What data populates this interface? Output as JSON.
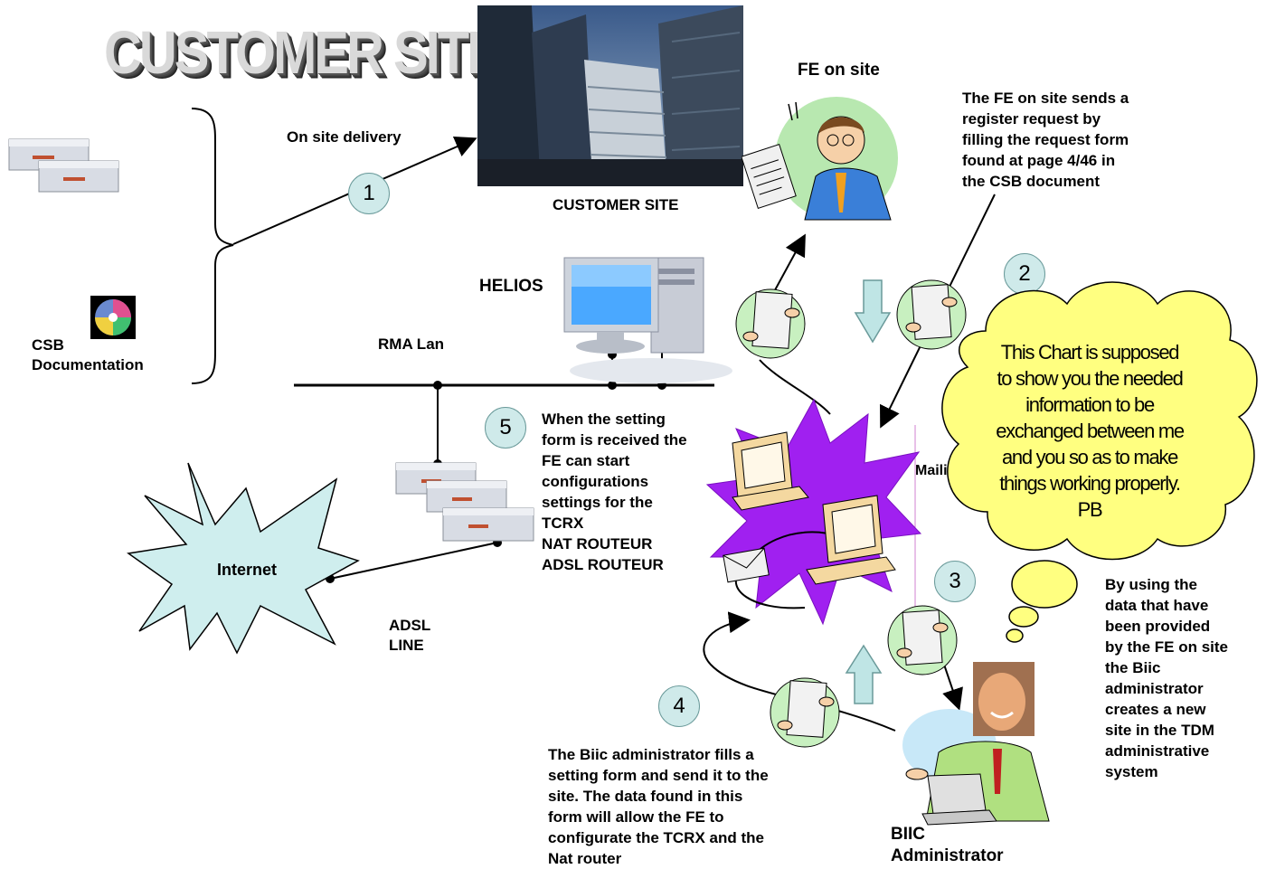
{
  "title": "CUSTOMER SITE",
  "labels": {
    "on_site_delivery": "On site delivery",
    "customer_site": "CUSTOMER SITE",
    "fe_on_site": "FE on site",
    "helios": "HELIOS",
    "rma_lan": "RMA Lan",
    "csb_line1": "CSB",
    "csb_line2": "Documentation",
    "internet": "Internet",
    "adsl_line1": "ADSL",
    "adsl_line2": "LINE",
    "mailing": "Mailing",
    "biic_line1": "BIIC",
    "biic_line2": "Administrator"
  },
  "steps": [
    "1",
    "2",
    "3",
    "4",
    "5"
  ],
  "notes": {
    "fe_request": [
      "The FE on site sends a",
      "register request by",
      "filling the request form",
      "found at page 4/46 in",
      "the CSB document"
    ],
    "step5": [
      "When the setting",
      "form is received the",
      "FE can start",
      "configurations",
      "settings for the",
      "TCRX",
      "NAT ROUTEUR",
      "ADSL ROUTEUR"
    ],
    "admin_creates": [
      "By using the",
      "data that have",
      "been provided",
      "by the FE on site",
      "the Biic",
      "administrator",
      "creates a new",
      "site in  the TDM",
      "administrative",
      "system"
    ],
    "step4": [
      "The Biic administrator fills a",
      "setting form and send it to the",
      "site. The data found in this",
      "form will allow the FE to",
      "configurate the TCRX and the",
      "Nat router"
    ]
  },
  "cloud_text": [
    "This Chart is supposed",
    "to show you the needed",
    "information to be",
    "exchanged between me",
    "and you so as to make",
    "things working properly.",
    "PB"
  ],
  "colors": {
    "step_fill": "#cfeaea",
    "internet_fill": "#cfeeee",
    "cloud_fill": "#ffff80",
    "burst_fill": "#a020f0",
    "paper_bg": "#c8f0c0",
    "arrow_fill": "#bfe5e5"
  }
}
